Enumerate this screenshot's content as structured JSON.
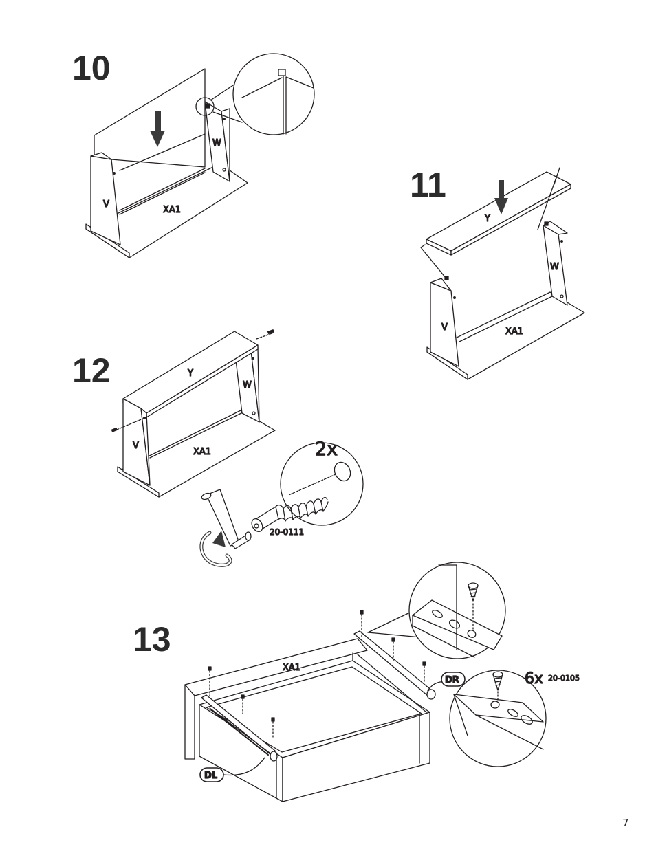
{
  "steps": {
    "s10": {
      "number": "10",
      "labels": {
        "w": "W",
        "v": "V",
        "xa1": "XA1"
      }
    },
    "s11": {
      "number": "11",
      "labels": {
        "y": "Y",
        "w": "W",
        "v": "V",
        "xa1": "XA1"
      }
    },
    "s12": {
      "number": "12",
      "labels": {
        "y": "Y",
        "w": "W",
        "v": "V",
        "xa1": "XA1"
      },
      "callout": {
        "qty": "2x",
        "part": "20-0111"
      }
    },
    "s13": {
      "number": "13",
      "labels": {
        "xa1": "XA1",
        "dl": "DL",
        "dr": "DR"
      },
      "callout": {
        "qty": "6x",
        "part": "20-0105"
      }
    }
  },
  "page_number": "7"
}
